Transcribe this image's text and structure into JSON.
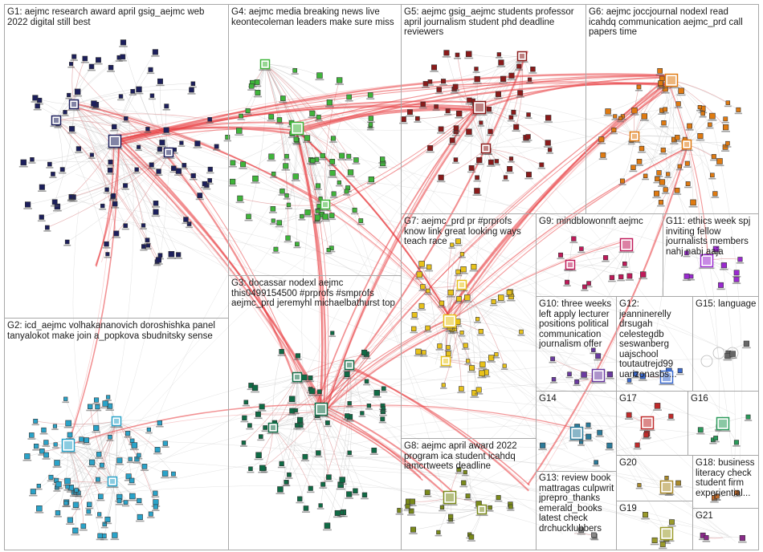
{
  "network": {
    "colors": {
      "edge_strong": "#e8383d",
      "edge_mid": "#f08a8c",
      "edge_faint": "#b9b9b9",
      "box_border": "#a8a8a8",
      "label_text": "#1a1a1a",
      "node_border": "#333333"
    },
    "groups": [
      {
        "id": "G1",
        "label": "G1: aejmc research award april gsig_aejmc web 2022 digital still best",
        "node_color": "#1c1f5c"
      },
      {
        "id": "G2",
        "label": "G2: icd_aejmc volhakananovich doroshishka panel tanyalokot make join a_popkova sbudnitsky sense",
        "node_color": "#2aa3c9"
      },
      {
        "id": "G3",
        "label": "G3: docassar nodexl aejmc this0499154500 #prprofs #smprofs aejmc_prd jeremyhl michaelbathurst top",
        "node_color": "#0f6b45"
      },
      {
        "id": "G4",
        "label": "G4: aejmc media breaking news live keontecoleman leaders make sure miss",
        "node_color": "#3fb53a"
      },
      {
        "id": "G5",
        "label": "G5: aejmc gsig_aejmc students professor april journalism student phd deadline reviewers",
        "node_color": "#8a1a1a"
      },
      {
        "id": "G6",
        "label": "G6: aejmc joccjournal nodexl read icahdq communication aejmc_prd call papers time",
        "node_color": "#e07a10"
      },
      {
        "id": "G7",
        "label": "G7: aejmc_prd pr #prprofs know link great looking ways teach race",
        "node_color": "#e8c21a"
      },
      {
        "id": "G8",
        "label": "G8: aejmc april award 2022 program ica student icahdq iamcrtweets deadline",
        "node_color": "#7a8a1a"
      },
      {
        "id": "G9",
        "label": "G9: mindblowonnft aejmc",
        "node_color": "#c01a5a"
      },
      {
        "id": "G10",
        "label": "G10: three weeks left apply lecturer positions political communication journalism offer",
        "node_color": "#6a3aa0"
      },
      {
        "id": "G11",
        "label": "G11: ethics week spj inviting fellow journalists members nahj nabj aaja",
        "node_color": "#9a2ad0"
      },
      {
        "id": "G12",
        "label": "G12: jeanninerelly drsugah celestegdb seswanberg uajschool toutautrejd99 uarizonasbs...",
        "node_color": "#3a6ad0"
      },
      {
        "id": "G13",
        "label": "G13: review book mattragas culpwrit jprepro_thanks emerald_books latest check drchucklubbers",
        "node_color": "#888888"
      },
      {
        "id": "G14",
        "label": "G14",
        "node_color": "#2a7a9a"
      },
      {
        "id": "G15",
        "label": "G15: language",
        "node_color": "#666666"
      },
      {
        "id": "G16",
        "label": "G16",
        "node_color": "#2a9a5a"
      },
      {
        "id": "G17",
        "label": "G17",
        "node_color": "#c02a2a"
      },
      {
        "id": "G18",
        "label": "G18: business literacy check student firm experiential...",
        "node_color": "#c06a2a"
      },
      {
        "id": "G19",
        "label": "G19",
        "node_color": "#9a9a2a"
      },
      {
        "id": "G20",
        "label": "G20",
        "node_color": "#aa8a2a"
      },
      {
        "id": "G21",
        "label": "G21",
        "node_color": "#8a2a8a"
      }
    ]
  }
}
